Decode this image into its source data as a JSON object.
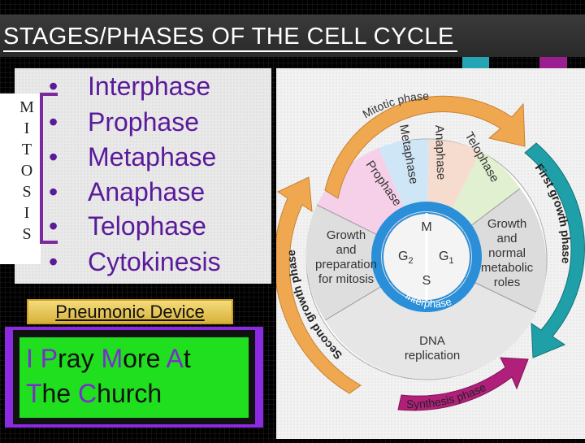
{
  "title": "STAGES/PHASES OF THE CELL CYCLE",
  "mitosis_letters": [
    "M",
    "I",
    "T",
    "O",
    "S",
    "I",
    "S"
  ],
  "phases": [
    {
      "bullet": "•",
      "label": "Interphase"
    },
    {
      "bullet": "•",
      "label": "Prophase"
    },
    {
      "bullet": "•",
      "label": "Metaphase"
    },
    {
      "bullet": "•",
      "label": "Anaphase"
    },
    {
      "bullet": "•",
      "label": "Telophase"
    },
    {
      "bullet": "•",
      "label": "Cytokinesis"
    }
  ],
  "device": {
    "label": "Pneumonic Device",
    "line1": [
      {
        "t": "I",
        "hl": true
      },
      {
        "t": " ",
        "hl": false
      },
      {
        "t": "P",
        "hl": true
      },
      {
        "t": "ray ",
        "hl": false
      },
      {
        "t": "M",
        "hl": true
      },
      {
        "t": "ore ",
        "hl": false
      },
      {
        "t": "A",
        "hl": true
      },
      {
        "t": "t",
        "hl": false
      }
    ],
    "line2": [
      {
        "t": "T",
        "hl": true
      },
      {
        "t": "he ",
        "hl": false
      },
      {
        "t": "C",
        "hl": true
      },
      {
        "t": "hurch",
        "hl": false
      }
    ]
  },
  "diagram": {
    "mitotic_phase": "Mitotic phase",
    "prophase": "Prophase",
    "metaphase": "Metaphase",
    "anaphase": "Anaphase",
    "telophase": "Telophase",
    "first_growth_phase": "First growth phase",
    "second_growth_phase": "Second growth phase",
    "synthesis_phase": "Synthesis phase",
    "interphase": "Interphase",
    "m": "M",
    "g2": "G",
    "g2_sub": "2",
    "g1": "G",
    "g1_sub": "1",
    "s": "S",
    "growth_left": [
      "Growth",
      "and",
      "preparation",
      "for mitosis"
    ],
    "growth_right": [
      "Growth",
      "and",
      "normal",
      "metabolic",
      "roles"
    ],
    "dna": [
      "DNA",
      "replication"
    ]
  },
  "colors": {
    "accent_purple": "#5a1a9a",
    "device_green": "#1fdf1f",
    "device_purple": "#8a2be2",
    "arrow_orange": "#f0a850",
    "arrow_teal": "#1fa0a8",
    "arrow_magenta": "#b0207a",
    "ring_blue": "#2a8fd8"
  }
}
